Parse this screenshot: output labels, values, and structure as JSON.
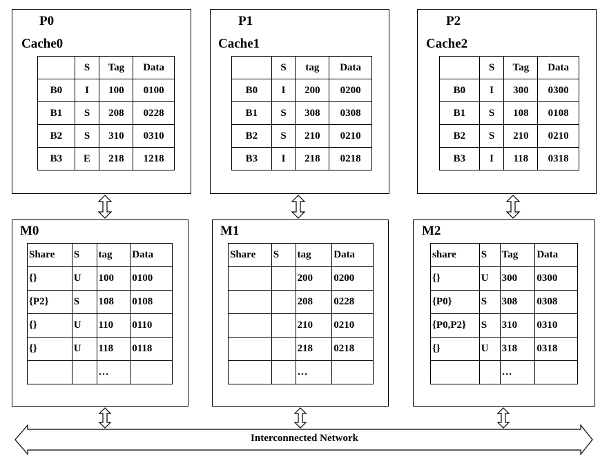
{
  "caches": [
    {
      "proc": "P0",
      "name": "Cache0",
      "headers": [
        "",
        "S",
        "Tag",
        "Data"
      ],
      "rows": [
        [
          "B0",
          "I",
          "100",
          "0100"
        ],
        [
          "B1",
          "S",
          "208",
          "0228"
        ],
        [
          "B2",
          "S",
          "310",
          "0310"
        ],
        [
          "B3",
          "E",
          "218",
          "1218"
        ]
      ]
    },
    {
      "proc": "P1",
      "name": "Cache1",
      "headers": [
        "",
        "S",
        "tag",
        "Data"
      ],
      "rows": [
        [
          "B0",
          "I",
          "200",
          "0200"
        ],
        [
          "B1",
          "S",
          "308",
          "0308"
        ],
        [
          "B2",
          "S",
          "210",
          "0210"
        ],
        [
          "B3",
          "I",
          "218",
          "0218"
        ]
      ]
    },
    {
      "proc": "P2",
      "name": "Cache2",
      "headers": [
        "",
        "S",
        "Tag",
        "Data"
      ],
      "rows": [
        [
          "B0",
          "I",
          "300",
          "0300"
        ],
        [
          "B1",
          "S",
          "108",
          "0108"
        ],
        [
          "B2",
          "S",
          "210",
          "0210"
        ],
        [
          "B3",
          "I",
          "118",
          "0318"
        ]
      ]
    }
  ],
  "memories": [
    {
      "name": "M0",
      "headers": [
        "Share",
        "S",
        "tag",
        "Data"
      ],
      "rows": [
        [
          "{}",
          "U",
          "100",
          "0100"
        ],
        [
          "{P2}",
          "S",
          "108",
          "0108"
        ],
        [
          "{}",
          "U",
          "110",
          "0110"
        ],
        [
          "{}",
          "U",
          "118",
          "0118"
        ],
        [
          "",
          "",
          "…",
          ""
        ]
      ]
    },
    {
      "name": "M1",
      "headers": [
        "Share",
        "S",
        "tag",
        "Data"
      ],
      "rows": [
        [
          "",
          "",
          "200",
          "0200"
        ],
        [
          "",
          "",
          "208",
          "0228"
        ],
        [
          "",
          "",
          "210",
          "0210"
        ],
        [
          "",
          "",
          "218",
          "0218"
        ],
        [
          "",
          "",
          "…",
          ""
        ]
      ]
    },
    {
      "name": "M2",
      "headers": [
        "share",
        "S",
        "Tag",
        "Data"
      ],
      "rows": [
        [
          "{}",
          "U",
          "300",
          "0300"
        ],
        [
          "{P0}",
          "S",
          "308",
          "0308"
        ],
        [
          "{P0,P2}",
          "S",
          "310",
          "0310"
        ],
        [
          "{}",
          "U",
          "318",
          "0318"
        ],
        [
          "",
          "",
          "…",
          ""
        ]
      ]
    }
  ],
  "network": {
    "label": "Interconnected Network"
  }
}
